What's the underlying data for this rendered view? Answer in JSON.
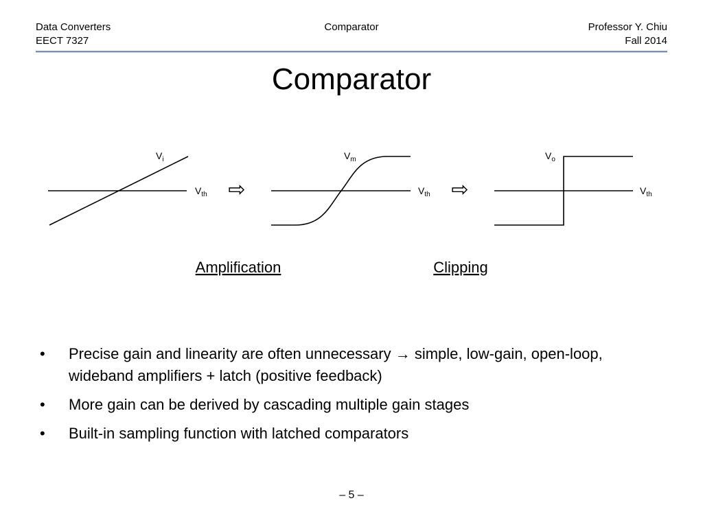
{
  "header": {
    "left_line1": "Data Converters",
    "left_line2": "EECT 7327",
    "center": "Comparator",
    "right_line1": "Professor Y. Chiu",
    "right_line2": "Fall 2014"
  },
  "title": "Comparator",
  "diagram": {
    "panel1": {
      "signal_main": "V",
      "signal_sub": "i",
      "ref_main": "V",
      "ref_sub": "th"
    },
    "panel2": {
      "signal_main": "V",
      "signal_sub": "m",
      "ref_main": "V",
      "ref_sub": "th"
    },
    "panel3": {
      "signal_main": "V",
      "signal_sub": "o",
      "ref_main": "V",
      "ref_sub": "th"
    },
    "arrow_glyph": "⇨",
    "caption_amplification": "Amplification",
    "caption_clipping": "Clipping"
  },
  "bullets": {
    "marker": "•",
    "items": [
      {
        "text": "Precise gain and linearity are often unnecessary → simple, low-gain, open-loop, wideband amplifiers + latch (positive feedback)"
      },
      {
        "text": "More gain can be derived by cascading multiple gain stages"
      },
      {
        "text": "Built-in sampling function with latched comparators"
      }
    ]
  },
  "page_number": "– 5 –",
  "colors": {
    "header_rule": "#7a8fb3",
    "text": "#000000"
  }
}
